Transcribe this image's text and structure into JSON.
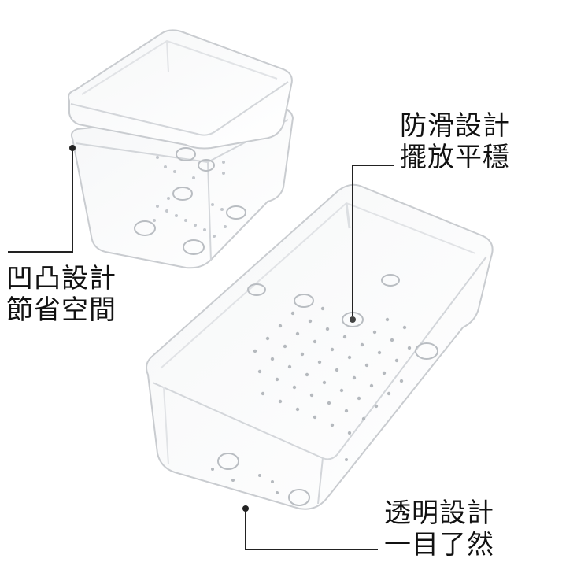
{
  "callouts": {
    "stack": {
      "line1": "凹凸設計",
      "line2": "節省空間"
    },
    "grip": {
      "line1": "防滑設計",
      "line2": "擺放平穩"
    },
    "clear": {
      "line1": "透明設計",
      "line2": "一目了然"
    }
  },
  "colors": {
    "background": "#ffffff",
    "text": "#111111",
    "leader_line": "#222222",
    "bin_edge": "#c9ccd0",
    "bin_shadow": "#e7e9eb"
  },
  "illustration": {
    "subject": "clear plastic storage bins",
    "bin_count": 3
  }
}
